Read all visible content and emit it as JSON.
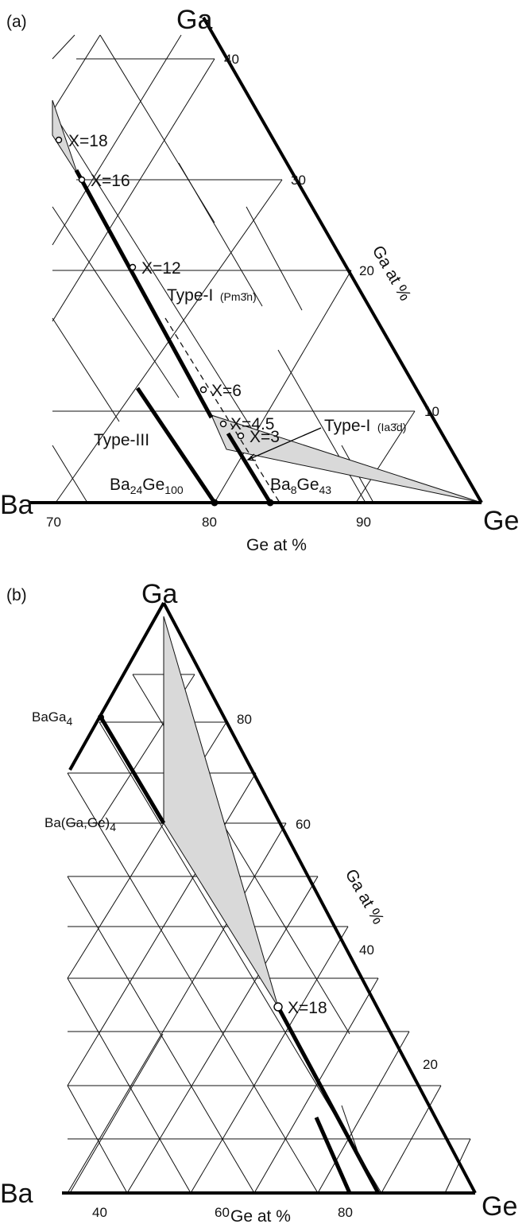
{
  "panel_a": {
    "tag": "(a)",
    "vertex_left": "Ba",
    "vertex_top": "Ga",
    "vertex_right": "Ge",
    "x_axis_label": "Ge at %",
    "side_axis_label": "Ga at %",
    "x_ticks": [
      "70",
      "80",
      "90"
    ],
    "side_ticks": [
      "40",
      "30",
      "20",
      "10"
    ],
    "compositions": [
      "X=18",
      "X=16",
      "X=12",
      "X=6",
      "X=4.5",
      "X=3"
    ],
    "phases": {
      "type1_pm3n": "Type-I",
      "type1_pm3n_group": "(Pm3̄n)",
      "type1_ia3d": "Type-I",
      "type1_ia3d_group": "(Ia3̄d)",
      "type3": "Type-III"
    },
    "compound_ba24": {
      "a": "Ba",
      "n1": "24",
      "b": "Ge",
      "n2": "100"
    },
    "compound_ba8": {
      "a": "Ba",
      "n1": "8",
      "b": "Ge",
      "n2": "43"
    }
  },
  "panel_b": {
    "tag": "(b)",
    "vertex_left": "Ba",
    "vertex_top": "Ga",
    "vertex_right": "Ge",
    "x_axis_label": "Ge at %",
    "side_axis_label": "Ga at %",
    "x_ticks": [
      "40",
      "60",
      "80"
    ],
    "side_ticks": [
      "80",
      "60",
      "40",
      "20"
    ],
    "compositions": [
      "X=18"
    ],
    "compound_baga4": {
      "a": "BaGa",
      "n": "4"
    },
    "compound_bagage4": {
      "a": "Ba(Ga,Ge)",
      "n": "4"
    }
  }
}
